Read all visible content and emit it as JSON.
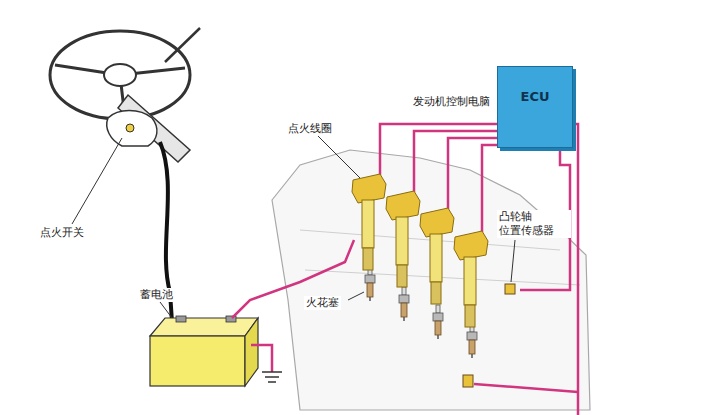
{
  "diagram": {
    "nodes": [
      {
        "text": [
          "发动机控制电脑",
          "ECU"
        ]
      }
    ],
    "labels": [
      "点火开关",
      "蓄电池",
      "点火线圈",
      "火花塞",
      "凸轮轴 位置传感器"
    ]
  }
}
